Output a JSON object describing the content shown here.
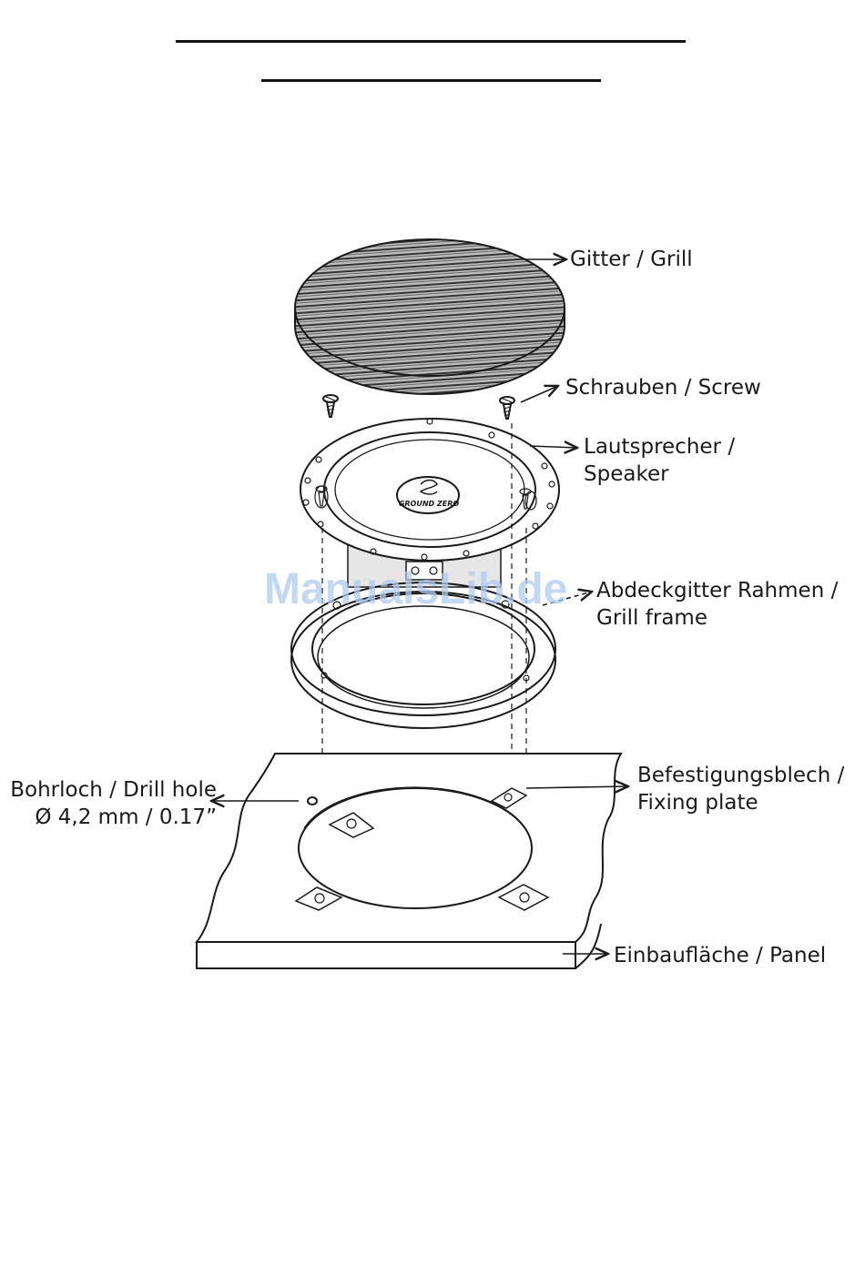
{
  "labels": {
    "grill": "Gitter / Grill",
    "screw": "Schrauben / Screw",
    "speaker_1": "Lautsprecher /",
    "speaker_2": "Speaker",
    "frame_1": "Abdeckgitter Rahmen /",
    "frame_2": "Grill frame",
    "fixing_1": "Befestigungsblech /",
    "fixing_2": "Fixing plate",
    "drill_1": "Bohrloch / Drill hole",
    "drill_2": "Ø 4,2 mm / 0.17”",
    "panel": "Einbaufläche / Panel"
  },
  "logo_text": "GROUND ZERO",
  "watermark": "ManualsLib.de",
  "colors": {
    "line": "#1a1a1a",
    "watermark": "#aecbf0"
  }
}
